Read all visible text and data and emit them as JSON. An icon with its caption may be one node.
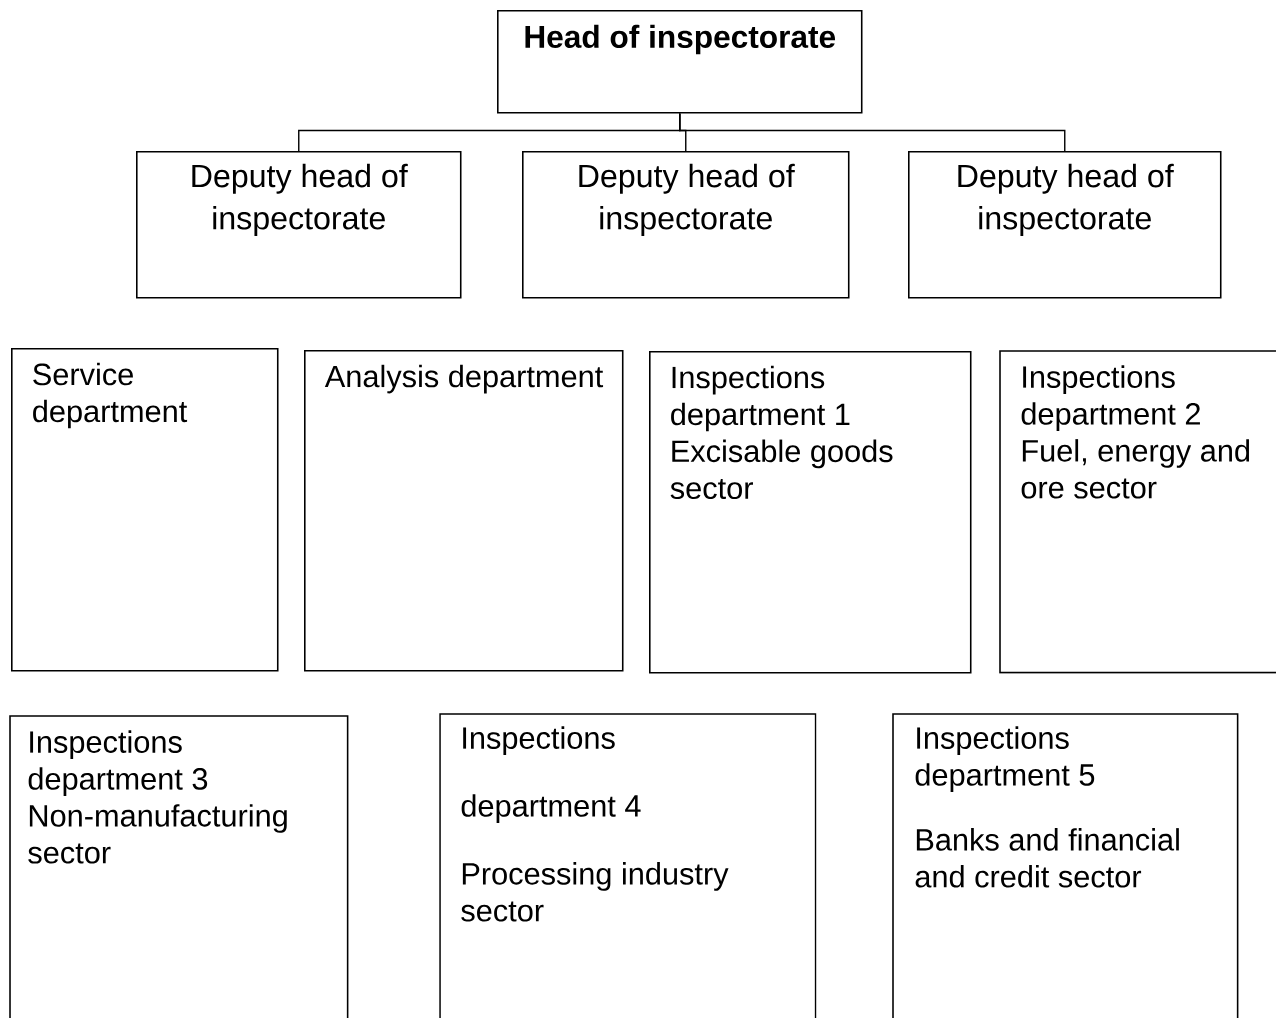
{
  "diagram": {
    "nodes": [
      {
        "text": [
          "Head of inspectorate"
        ]
      },
      {
        "text": [
          "Deputy head of inspectorate"
        ]
      },
      {
        "text": [
          "Deputy head of inspectorate"
        ]
      },
      {
        "text": [
          "Deputy head of inspectorate"
        ]
      },
      {
        "text": [
          "Service department"
        ]
      },
      {
        "text": [
          "Analysis department"
        ]
      },
      {
        "text": [
          "Inspections department 1",
          "Excisable goods sector"
        ]
      },
      {
        "text": [
          "Inspections department 2",
          "Fuel, energy and ore sector"
        ]
      },
      {
        "text": [
          "Inspections department 3",
          "Non-manufacturing sector"
        ]
      },
      {
        "text": [
          "Inspections",
          "department 4",
          "Processing industry sector"
        ]
      },
      {
        "text": [
          "Inspections department 5",
          "Banks and financial and credit sector"
        ]
      }
    ],
    "edges": [
      {
        "from": 0,
        "to": 1,
        "arrow": "none"
      },
      {
        "from": 0,
        "to": 2,
        "arrow": "none"
      },
      {
        "from": 0,
        "to": 3,
        "arrow": "none"
      }
    ]
  }
}
